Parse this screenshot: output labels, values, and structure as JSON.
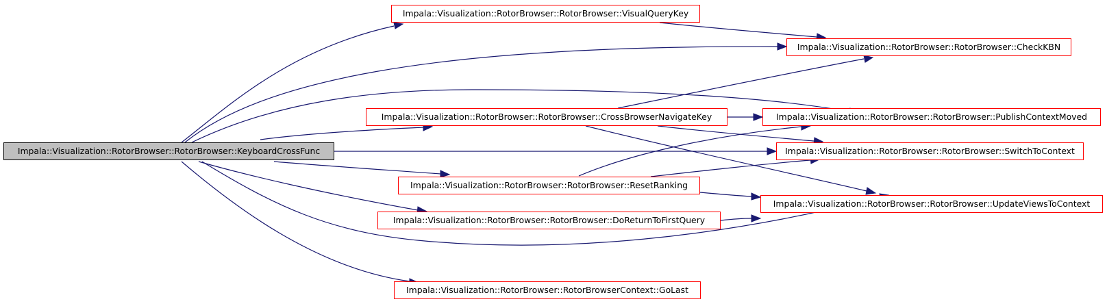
{
  "graph": {
    "root": "Impala::Visualization::RotorBrowser::RotorBrowser::KeyboardCrossFunc",
    "nodes": {
      "visual_query_key": "Impala::Visualization::RotorBrowser::RotorBrowser::VisualQueryKey",
      "check_kbn": "Impala::Visualization::RotorBrowser::RotorBrowser::CheckKBN",
      "cross_browser_navigate_key": "Impala::Visualization::RotorBrowser::RotorBrowser::CrossBrowserNavigateKey",
      "publish_context_moved": "Impala::Visualization::RotorBrowser::RotorBrowser::PublishContextMoved",
      "switch_to_context": "Impala::Visualization::RotorBrowser::RotorBrowser::SwitchToContext",
      "reset_ranking": "Impala::Visualization::RotorBrowser::RotorBrowser::ResetRanking",
      "update_views_to_context": "Impala::Visualization::RotorBrowser::RotorBrowser::UpdateViewsToContext",
      "do_return_to_first_query": "Impala::Visualization::RotorBrowser::RotorBrowser::DoReturnToFirstQuery",
      "go_last": "Impala::Visualization::RotorBrowser::RotorBrowserContext::GoLast"
    },
    "edges": [
      [
        "root",
        "visual_query_key"
      ],
      [
        "root",
        "check_kbn"
      ],
      [
        "root",
        "publish_context_moved"
      ],
      [
        "root",
        "cross_browser_navigate_key"
      ],
      [
        "root",
        "switch_to_context"
      ],
      [
        "root",
        "reset_ranking"
      ],
      [
        "root",
        "do_return_to_first_query"
      ],
      [
        "root",
        "update_views_to_context"
      ],
      [
        "root",
        "go_last"
      ],
      [
        "visual_query_key",
        "check_kbn"
      ],
      [
        "cross_browser_navigate_key",
        "check_kbn"
      ],
      [
        "cross_browser_navigate_key",
        "publish_context_moved"
      ],
      [
        "cross_browser_navigate_key",
        "switch_to_context"
      ],
      [
        "cross_browser_navigate_key",
        "update_views_to_context"
      ],
      [
        "reset_ranking",
        "publish_context_moved"
      ],
      [
        "reset_ranking",
        "switch_to_context"
      ],
      [
        "reset_ranking",
        "update_views_to_context"
      ],
      [
        "do_return_to_first_query",
        "update_views_to_context"
      ]
    ]
  },
  "colors": {
    "edge": "#191970",
    "node_border": "#ff0000",
    "root_fill": "#bfbfbf",
    "root_border": "#000000"
  }
}
